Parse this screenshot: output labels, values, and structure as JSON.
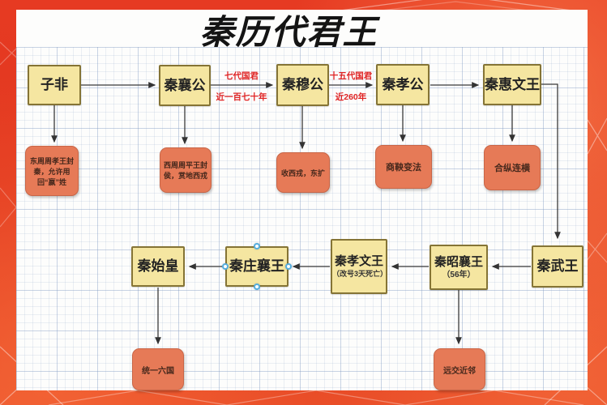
{
  "title": "秦历代君王",
  "nodes": {
    "zifei": {
      "label": "子非"
    },
    "xianggong": {
      "label": "秦襄公"
    },
    "mugong": {
      "label": "秦穆公"
    },
    "xiaogong": {
      "label": "秦孝公"
    },
    "huiwen": {
      "label": "秦惠文王"
    },
    "shihuang": {
      "label": "秦始皇"
    },
    "zhuangxiang": {
      "label": "秦庄襄王"
    },
    "xiaowen": {
      "label": "秦孝文王",
      "note": "（改号3天死亡）"
    },
    "zhaoxiang": {
      "label": "秦昭襄王",
      "note": "（56年）"
    },
    "wuwang": {
      "label": "秦武王"
    }
  },
  "annotations": {
    "zifei_note": "东周周孝王封秦，允许用回“嬴”姓",
    "xianggong_note": "西周周平王封侯，赏地西戎",
    "mugong_note": "收西戎，东扩",
    "xiaogong_note": "商鞅变法",
    "huiwen_note": "合纵连横",
    "shihuang_note": "统一六国",
    "zhaoxiang_note": "远交近邻"
  },
  "edge_labels": {
    "era1_title": "七代国君",
    "era1_duration": "近一百七十年",
    "era2_title": "十五代国君",
    "era2_duration": "近260年"
  },
  "colors": {
    "monarch_fill": "#f5e6a1",
    "monarch_border": "#857435",
    "note_fill": "#e67a57",
    "note_border": "#c96647",
    "edge_label_red": "#e02424",
    "banner_red": "#e63a22",
    "handle_blue": "#55aede"
  }
}
